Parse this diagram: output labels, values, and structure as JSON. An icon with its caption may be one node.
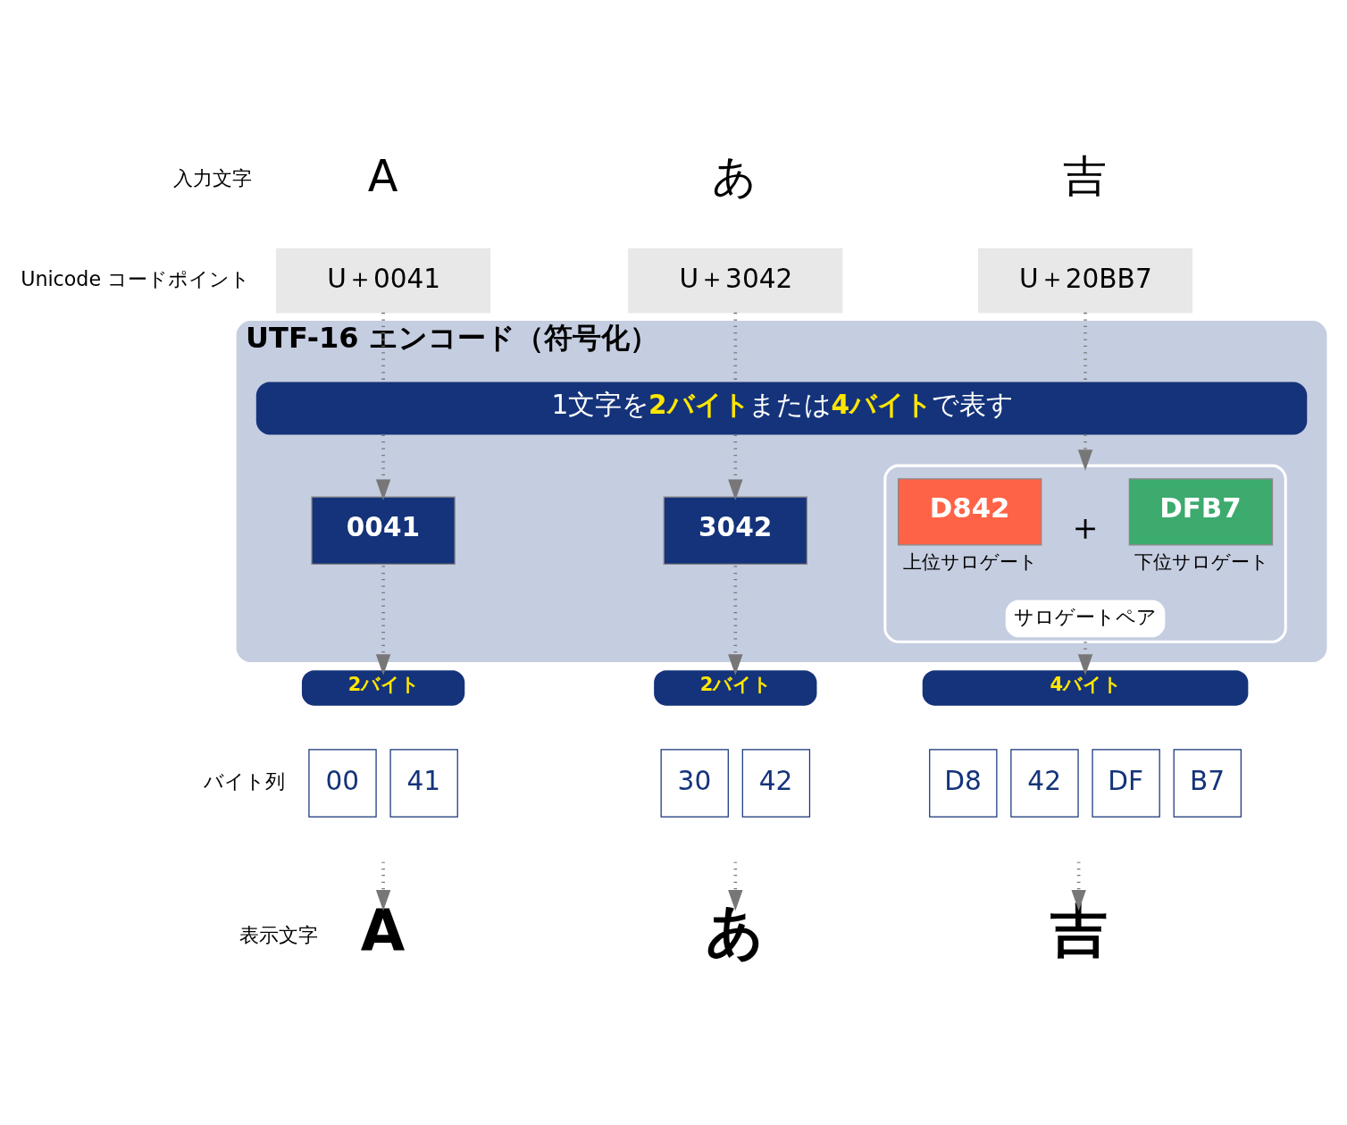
{
  "diagram": {
    "nodes": [
      {
        "text": [
          "A"
        ]
      },
      {
        "text": [
          "あ"
        ]
      },
      {
        "text": [
          "吉"
        ]
      },
      {
        "text": [
          "U＋0041"
        ]
      },
      {
        "text": [
          "U＋3042"
        ]
      },
      {
        "text": [
          "U＋20BB7"
        ]
      },
      {
        "text": [
          "UTF-16 エンコード（符号化）"
        ]
      },
      {
        "text": [
          "1文字を**2バイト**または**4バイト**で表す"
        ],
        "in": 6
      },
      {
        "text": [
          "0041"
        ],
        "in": 6
      },
      {
        "text": [
          "3042"
        ],
        "in": 6
      },
      {
        "text": [
          "サロゲートペア"
        ],
        "in": 6
      },
      {
        "text": [
          "D842"
        ],
        "in": 10,
        "beside": [
          "上位サロゲート"
        ]
      },
      {
        "text": [
          "DFB7"
        ],
        "in": 10,
        "beside": [
          "下位サロゲート"
        ]
      },
      {
        "text": [
          "2バイト"
        ]
      },
      {
        "text": [
          "2バイト"
        ]
      },
      {
        "text": [
          "4バイト"
        ]
      },
      {
        "text": [
          "00"
        ]
      },
      {
        "text": [
          "41"
        ]
      },
      {
        "text": [
          "30"
        ]
      },
      {
        "text": [
          "42"
        ]
      },
      {
        "text": [
          "D8"
        ]
      },
      {
        "text": [
          "42"
        ]
      },
      {
        "text": [
          "DF"
        ]
      },
      {
        "text": [
          "B7"
        ]
      },
      {
        "text": [
          "A"
        ]
      },
      {
        "text": [
          "あ"
        ]
      },
      {
        "text": [
          "吉"
        ]
      }
    ],
    "edges": [
      {
        "from": 3,
        "to": 7,
        "arrow": "none"
      },
      {
        "from": 4,
        "to": 7,
        "arrow": "none"
      },
      {
        "from": 5,
        "to": 7,
        "arrow": "none"
      },
      {
        "from": 7,
        "to": 8,
        "arrow": "to"
      },
      {
        "from": 7,
        "to": 9,
        "arrow": "to"
      },
      {
        "from": 7,
        "to": 10,
        "arrow": "to"
      },
      {
        "from": 8,
        "to": 13,
        "arrow": "to"
      },
      {
        "from": 9,
        "to": 14,
        "arrow": "to"
      },
      {
        "from": 10,
        "to": 15,
        "arrow": "to"
      },
      {
        "from": null,
        "to": 24,
        "arrow": "to"
      },
      {
        "from": null,
        "to": 25,
        "arrow": "to"
      },
      {
        "from": null,
        "to": 26,
        "arrow": "to"
      }
    ],
    "labels": [
      "入力文字",
      "Unicode コードポイント",
      "＋",
      "バイト列",
      "表示文字"
    ]
  }
}
